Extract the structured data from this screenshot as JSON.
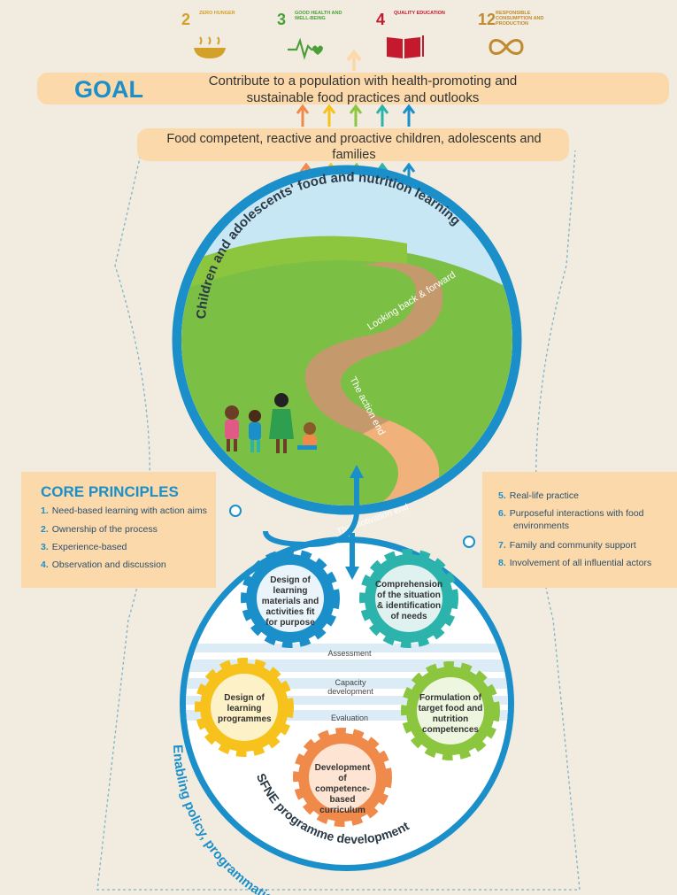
{
  "sdgs": [
    {
      "number": "2",
      "label": "ZERO HUNGER",
      "color": "#d3a029",
      "icon": "bowl-icon"
    },
    {
      "number": "3",
      "label": "GOOD HEALTH AND WELL-BEING",
      "color": "#4c9f38",
      "icon": "heartbeat-icon"
    },
    {
      "number": "4",
      "label": "QUALITY EDUCATION",
      "color": "#c5192d",
      "icon": "book-icon"
    },
    {
      "number": "12",
      "label": "RESPONSIBLE CONSUMPTION AND PRODUCTION",
      "color": "#bf8b2e",
      "icon": "infinity-icon"
    }
  ],
  "goal": {
    "title": "GOAL",
    "text": "Contribute to a population with health-promoting and sustainable food practices and outlooks"
  },
  "competence": {
    "text": "Food competent, reactive and proactive children, adolescents and families"
  },
  "learning": {
    "arc_title": "Children and adolescents' food and nutrition learning",
    "path_top": "Looking back & forward",
    "path_mid": "The action end",
    "path_bottom": "The motivation end"
  },
  "core_principles": {
    "title": "CORE PRINCIPLES",
    "left": [
      {
        "n": "1.",
        "text": "Need-based learning with action aims"
      },
      {
        "n": "2.",
        "text": "Ownership of the process"
      },
      {
        "n": "3.",
        "text": "Experience-based"
      },
      {
        "n": "4.",
        "text": "Observation and discussion"
      }
    ],
    "right": [
      {
        "n": "5.",
        "text": "Real-life practice"
      },
      {
        "n": "6.",
        "text": "Purposeful interactions with food",
        "text2": "environments"
      },
      {
        "n": "7.",
        "text": "Family and community support"
      },
      {
        "n": "8.",
        "text": "Involvement of all influential actors"
      }
    ]
  },
  "programme": {
    "gears": [
      {
        "text": "Design of learning materials and activities fit for purpose",
        "color": "#1b8fc9"
      },
      {
        "text": "Comprehension of the situation & identification of needs",
        "color": "#2bb3ac"
      },
      {
        "text": "Design of learning programmes",
        "color": "#f6c21b"
      },
      {
        "text": "Formulation of target food and nutrition competences",
        "color": "#8cc63f"
      },
      {
        "text": "Development of competence-based curriculum",
        "color": "#f08a4b"
      }
    ],
    "layers": [
      "Assessment",
      "Capacity development",
      "Evaluation"
    ],
    "arc_title": "SFNE programme development"
  },
  "frameworks": {
    "text": "Enabling policy, programmatic and institutional frameworks"
  },
  "colors": {
    "blue": "#1b8fc9",
    "peach": "#fbd9aa",
    "background": "#f1ebe0",
    "arrows": [
      "#f08a4b",
      "#f6c21b",
      "#8cc63f",
      "#2bb3ac",
      "#1b8fc9"
    ]
  }
}
